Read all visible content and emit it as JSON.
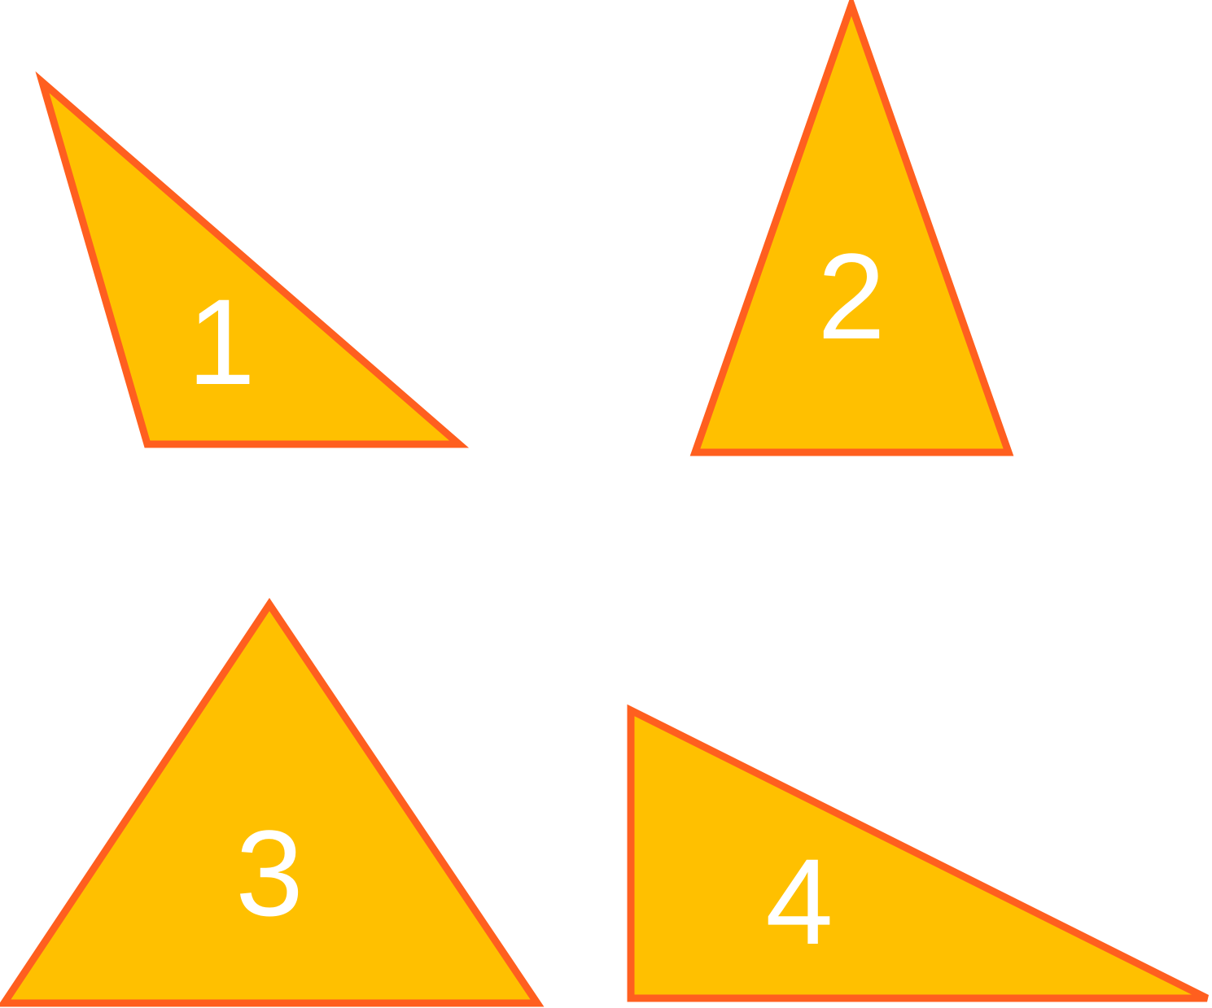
{
  "colors": {
    "fill": "#FFC000",
    "stroke": "#FF5F1F",
    "label": "#FFFFFF",
    "background": "#FFFFFF"
  },
  "triangles": [
    {
      "label": "1"
    },
    {
      "label": "2"
    },
    {
      "label": "3"
    },
    {
      "label": "4"
    }
  ]
}
